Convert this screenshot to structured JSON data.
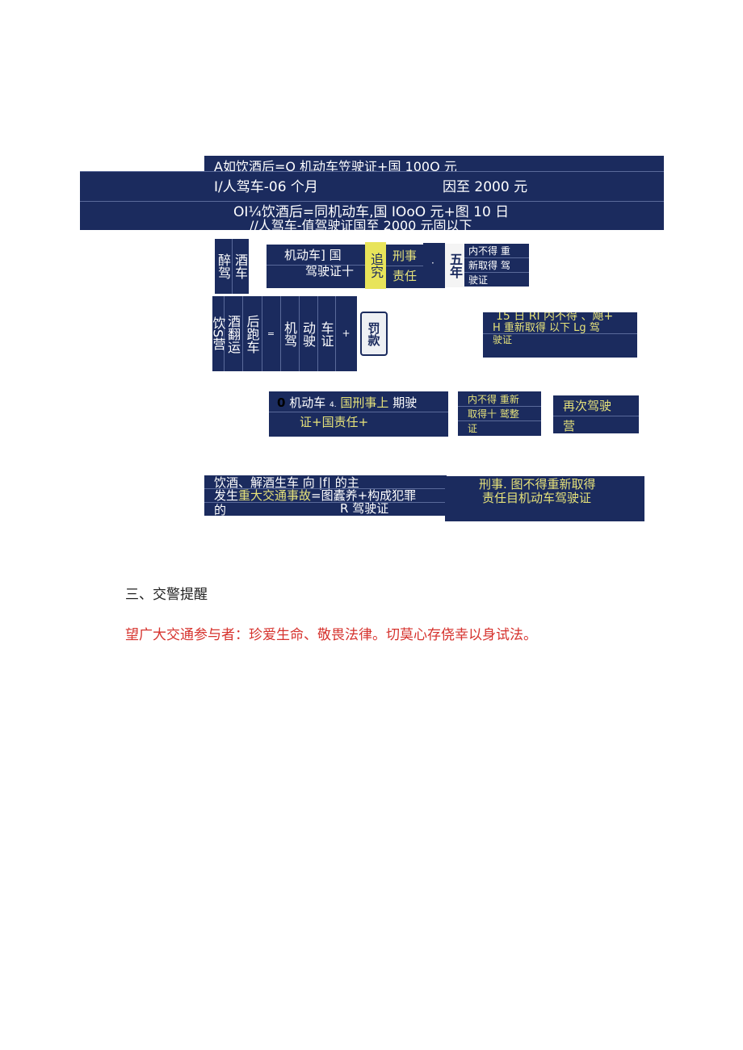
{
  "colors": {
    "panel": "#1b2b5e",
    "highlight": "#e6e27a",
    "warning_text": "#d6332e"
  },
  "diagram": {
    "row1": "A如饮酒后=O 机动车笠驶证+国 100O 元",
    "row2_left": "I/人驾车-06 个月",
    "row2_right": "因至 2000 元",
    "row3_line1": "OI¼饮酒后=同机动车,国 IOoO 元+图 10 日",
    "row3_line2": "//人驾车-值驾驶证国至 2000 元固以下",
    "drunk_label": [
      "醉驾",
      "酒车"
    ],
    "drunk_penalty": [
      "机动车] 国",
      "驾驶证十"
    ],
    "pursue": "追究",
    "criminal": [
      "刑事",
      "责任"
    ],
    "dot": "·",
    "five_years": "五年",
    "five_years_text": [
      "内不得 重",
      "新取得 驾",
      "驶证"
    ],
    "columns": [
      "饮S营",
      "酒翻运",
      "后跑车",
      "=",
      "机驾",
      "动驶",
      "车证",
      "+"
    ],
    "fine": "罚款",
    "garbled_line1": "15 日 RI 内不得 、飓+",
    "garbled_line2": "H 重新取得 以下 Lg 驾",
    "garbled_line3": "驶证",
    "mid_prefix": "0",
    "mid_white": "机动车",
    "mid_small": "4.",
    "mid_yellow": "国刑事上",
    "mid_end": "期驶",
    "mid_line2": "证+国责任+",
    "mid_right": [
      "内不得 重新",
      "取得十 鹫整",
      "证"
    ],
    "again": [
      "再次驾驶",
      "营"
    ],
    "accident_line1": "饮酒、解酒生车        向 |f| 的主",
    "accident_l2a": "发生",
    "accident_l2b": "重大交通事故",
    "accident_l2c": "=图蠹养+构成犯罪",
    "accident_line3a": "的",
    "accident_line3b": "R 驾驶证",
    "accident_result": [
      "刑事. 图不得重新取得",
      "责任目机动车驾驶证"
    ]
  },
  "heading": "三、交警提醒",
  "reminder": "望广大交通参与者：珍爱生命、敬畏法律。切莫心存侥幸以身试法。"
}
